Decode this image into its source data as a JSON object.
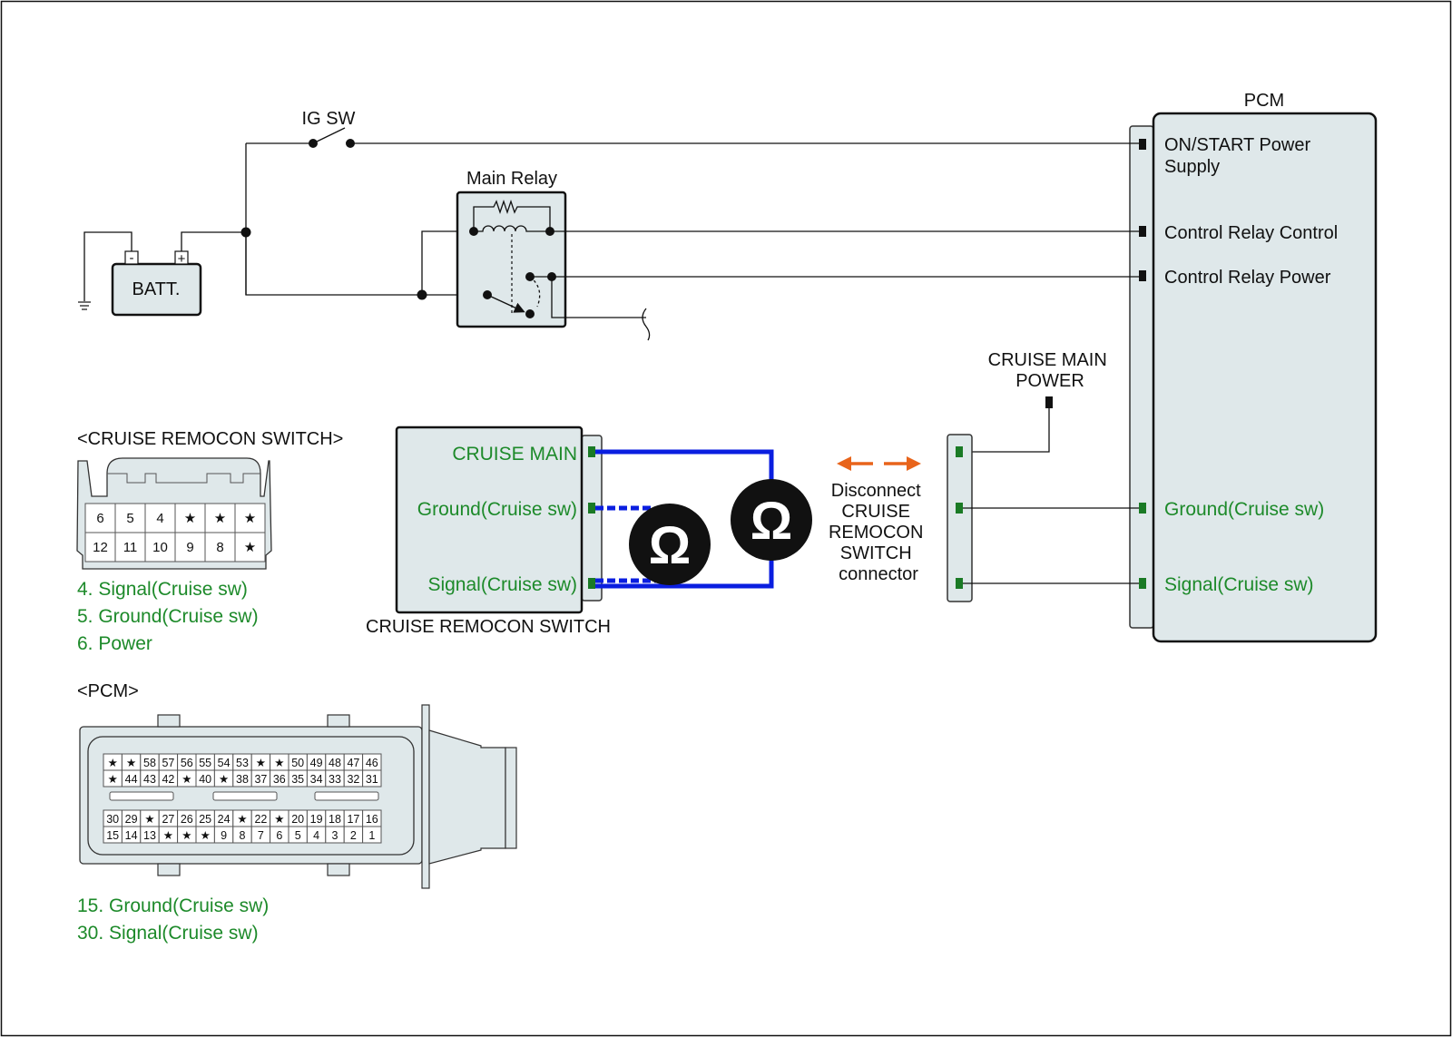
{
  "pcm": {
    "title": "PCM",
    "pins": {
      "on_start": [
        "ON/START Power",
        "Supply"
      ],
      "relay_control": "Control Relay Control",
      "relay_power": "Control Relay Power",
      "ground": "Ground(Cruise sw)",
      "signal": "Signal(Cruise sw)"
    }
  },
  "power": {
    "ig_sw": "IG SW",
    "main_relay": "Main Relay",
    "battery": "BATT.",
    "minus": "-",
    "plus": "+"
  },
  "cruise_main_power": [
    "CRUISE MAIN",
    "POWER"
  ],
  "switch": {
    "title": "CRUISE REMOCON SWITCH",
    "pins": {
      "main": "CRUISE MAIN",
      "ground": "Ground(Cruise sw)",
      "signal": "Signal(Cruise sw)"
    }
  },
  "disconnect_note": [
    "Disconnect",
    "CRUISE",
    "REMOCON",
    "SWITCH",
    "connector"
  ],
  "ohm_symbol": "Ω",
  "remocon_connector": {
    "title": "<CRUISE REMOCON SWITCH>",
    "row1": [
      "6",
      "5",
      "4",
      "★",
      "★",
      "★"
    ],
    "row2": [
      "12",
      "11",
      "10",
      "9",
      "8",
      "★"
    ],
    "highlighted": [
      "6",
      "5",
      "4"
    ],
    "legend": [
      "4. Signal(Cruise sw)",
      "5. Ground(Cruise sw)",
      "6. Power"
    ]
  },
  "pcm_connector": {
    "title": "<PCM>",
    "upper_row1": [
      "★",
      "★",
      "58",
      "57",
      "56",
      "55",
      "54",
      "53",
      "★",
      "★",
      "50",
      "49",
      "48",
      "47",
      "46"
    ],
    "upper_row2": [
      "★",
      "44",
      "43",
      "42",
      "★",
      "40",
      "★",
      "38",
      "37",
      "36",
      "35",
      "34",
      "33",
      "32",
      "31"
    ],
    "lower_row1": [
      "30",
      "29",
      "★",
      "27",
      "26",
      "25",
      "24",
      "★",
      "22",
      "★",
      "20",
      "19",
      "18",
      "17",
      "16"
    ],
    "lower_row2": [
      "15",
      "14",
      "13",
      "★",
      "★",
      "★",
      "9",
      "8",
      "7",
      "6",
      "5",
      "4",
      "3",
      "2",
      "1"
    ],
    "highlighted": [
      "30",
      "15"
    ],
    "legend": [
      "15. Ground(Cruise sw)",
      "30. Signal(Cruise sw)"
    ]
  },
  "colors": {
    "pin_label": "#1d8a2a",
    "component_fill": "#dfe8ea",
    "highlight_cell": "#a9cfd8",
    "measurement_wire": "#0a1ee0",
    "disconnect_arrow": "#e8641b",
    "terminal_green": "#1a7a25"
  }
}
